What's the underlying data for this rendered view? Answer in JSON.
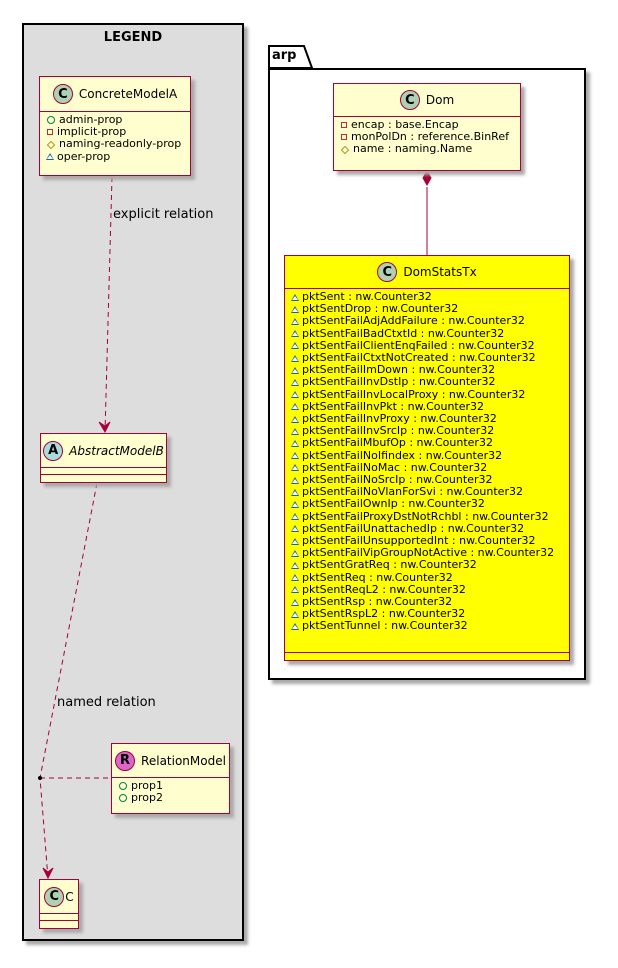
{
  "legend": {
    "title": "LEGEND",
    "concrete": {
      "stereo": "C",
      "name": "ConcreteModelA",
      "attrs": [
        {
          "vis": "public",
          "text": "admin-prop"
        },
        {
          "vis": "private",
          "text": "implicit-prop"
        },
        {
          "vis": "protected",
          "text": "naming-readonly-prop"
        },
        {
          "vis": "package",
          "text": "oper-prop"
        }
      ]
    },
    "abstract": {
      "stereo": "A",
      "name": "AbstractModelB"
    },
    "relation": {
      "stereo": "R",
      "name": "RelationModel",
      "attrs": [
        {
          "vis": "public",
          "text": "prop1"
        },
        {
          "vis": "public",
          "text": "prop2"
        }
      ]
    },
    "c": {
      "stereo": "C",
      "name": "C"
    },
    "explicit_label": "explicit relation",
    "named_label": "named relation"
  },
  "package": {
    "title": "arp",
    "dom": {
      "stereo": "C",
      "name": "Dom",
      "attrs": [
        {
          "vis": "private",
          "text": "encap : base.Encap"
        },
        {
          "vis": "private",
          "text": "monPolDn : reference.BinRef"
        },
        {
          "vis": "protected",
          "text": "name : naming.Name"
        }
      ]
    },
    "stats": {
      "stereo": "C",
      "name": "DomStatsTx",
      "color": "#ffff00",
      "attrs": [
        {
          "vis": "package",
          "text": "pktSent : nw.Counter32"
        },
        {
          "vis": "package",
          "text": "pktSentDrop : nw.Counter32"
        },
        {
          "vis": "package",
          "text": "pktSentFailAdjAddFailure : nw.Counter32"
        },
        {
          "vis": "package",
          "text": "pktSentFailBadCtxtId : nw.Counter32"
        },
        {
          "vis": "package",
          "text": "pktSentFailClientEnqFailed : nw.Counter32"
        },
        {
          "vis": "package",
          "text": "pktSentFailCtxtNotCreated : nw.Counter32"
        },
        {
          "vis": "package",
          "text": "pktSentFailImDown : nw.Counter32"
        },
        {
          "vis": "package",
          "text": "pktSentFailInvDstIp : nw.Counter32"
        },
        {
          "vis": "package",
          "text": "pktSentFailInvLocalProxy : nw.Counter32"
        },
        {
          "vis": "package",
          "text": "pktSentFailInvPkt : nw.Counter32"
        },
        {
          "vis": "package",
          "text": "pktSentFailInvProxy : nw.Counter32"
        },
        {
          "vis": "package",
          "text": "pktSentFailInvSrcIp : nw.Counter32"
        },
        {
          "vis": "package",
          "text": "pktSentFailMbufOp : nw.Counter32"
        },
        {
          "vis": "package",
          "text": "pktSentFailNoIfindex : nw.Counter32"
        },
        {
          "vis": "package",
          "text": "pktSentFailNoMac : nw.Counter32"
        },
        {
          "vis": "package",
          "text": "pktSentFailNoSrcIp : nw.Counter32"
        },
        {
          "vis": "package",
          "text": "pktSentFailNoVlanForSvi : nw.Counter32"
        },
        {
          "vis": "package",
          "text": "pktSentFailOwnIp : nw.Counter32"
        },
        {
          "vis": "package",
          "text": "pktSentFailProxyDstNotRchbl : nw.Counter32"
        },
        {
          "vis": "package",
          "text": "pktSentFailUnattachedIp : nw.Counter32"
        },
        {
          "vis": "package",
          "text": "pktSentFailUnsupportedInt : nw.Counter32"
        },
        {
          "vis": "package",
          "text": "pktSentFailVipGroupNotActive : nw.Counter32"
        },
        {
          "vis": "package",
          "text": "pktSentGratReq : nw.Counter32"
        },
        {
          "vis": "package",
          "text": "pktSentReq : nw.Counter32"
        },
        {
          "vis": "package",
          "text": "pktSentReqL2 : nw.Counter32"
        },
        {
          "vis": "package",
          "text": "pktSentRsp : nw.Counter32"
        },
        {
          "vis": "package",
          "text": "pktSentRspL2 : nw.Counter32"
        },
        {
          "vis": "package",
          "text": "pktSentTunnel : nw.Counter32"
        }
      ]
    }
  },
  "colors": {
    "class_fill": "#fefece",
    "class_border": "#a80036",
    "stereo_c": "#add1b2",
    "stereo_a": "#a9dcdf",
    "stereo_r": "#d966c8",
    "legend_bg": "#dddddd"
  }
}
